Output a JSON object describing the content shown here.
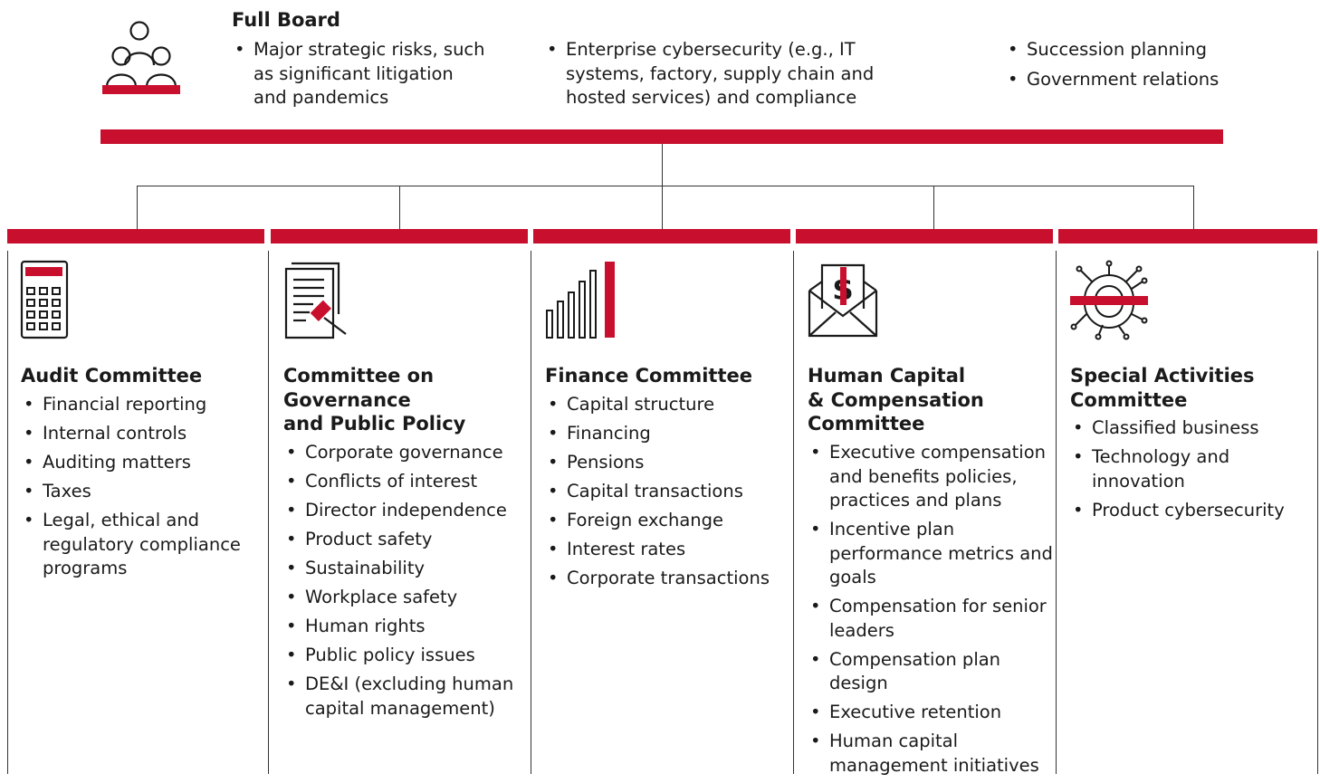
{
  "colors": {
    "accent": "#c8102e",
    "line": "#333333",
    "text": "#1a1a1a"
  },
  "full_board": {
    "icon": "people-group-icon",
    "title": "Full Board",
    "items_col1": [
      "Major strategic risks, such as significant litigation and pandemics"
    ],
    "items_col2": [
      "Enterprise cybersecurity (e.g., IT systems, factory, supply chain and hosted services) and compliance"
    ],
    "items_col3": [
      "Succession planning",
      "Government relations"
    ]
  },
  "committees": [
    {
      "icon": "calculator-icon",
      "title": "Audit Committee",
      "items": [
        "Financial reporting",
        "Internal controls",
        "Auditing matters",
        "Taxes",
        "Legal, ethical and regulatory compliance programs"
      ]
    },
    {
      "icon": "document-gavel-icon",
      "title": "Committee on\nGovernance\nand Public Policy",
      "items": [
        "Corporate governance",
        "Conflicts of interest",
        "Director independence",
        "Product safety",
        "Sustainability",
        "Workplace safety",
        "Human rights",
        "Public policy issues",
        "DE&I (excluding human capital management)"
      ]
    },
    {
      "icon": "bar-chart-icon",
      "title": "Finance Committee",
      "items": [
        "Capital structure",
        "Financing",
        "Pensions",
        "Capital transactions",
        "Foreign exchange",
        "Interest rates",
        "Corporate transactions"
      ]
    },
    {
      "icon": "envelope-dollar-icon",
      "title": "Human Capital\n& Compensation\nCommittee",
      "items": [
        "Executive compensation and benefits policies, practices and plans",
        "Incentive plan performance metrics and goals",
        "Compensation for senior leaders",
        "Compensation plan design",
        "Executive retention",
        "Human capital management initiatives"
      ]
    },
    {
      "icon": "network-hub-icon",
      "title": "Special Activities\nCommittee",
      "items": [
        "Classified business",
        "Technology and innovation",
        "Product cybersecurity"
      ]
    }
  ]
}
